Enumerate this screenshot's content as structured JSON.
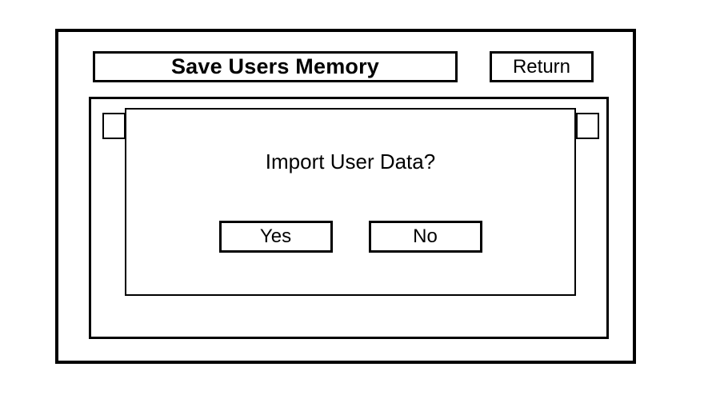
{
  "window": {
    "title": "Save Users Memory",
    "return_label": "Return"
  },
  "dialog": {
    "message": "Import User Data?",
    "buttons": [
      {
        "label": "Yes"
      },
      {
        "label": "No"
      }
    ]
  },
  "colors": {
    "background": "#ffffff",
    "foreground": "#000000",
    "border": "#000000"
  }
}
